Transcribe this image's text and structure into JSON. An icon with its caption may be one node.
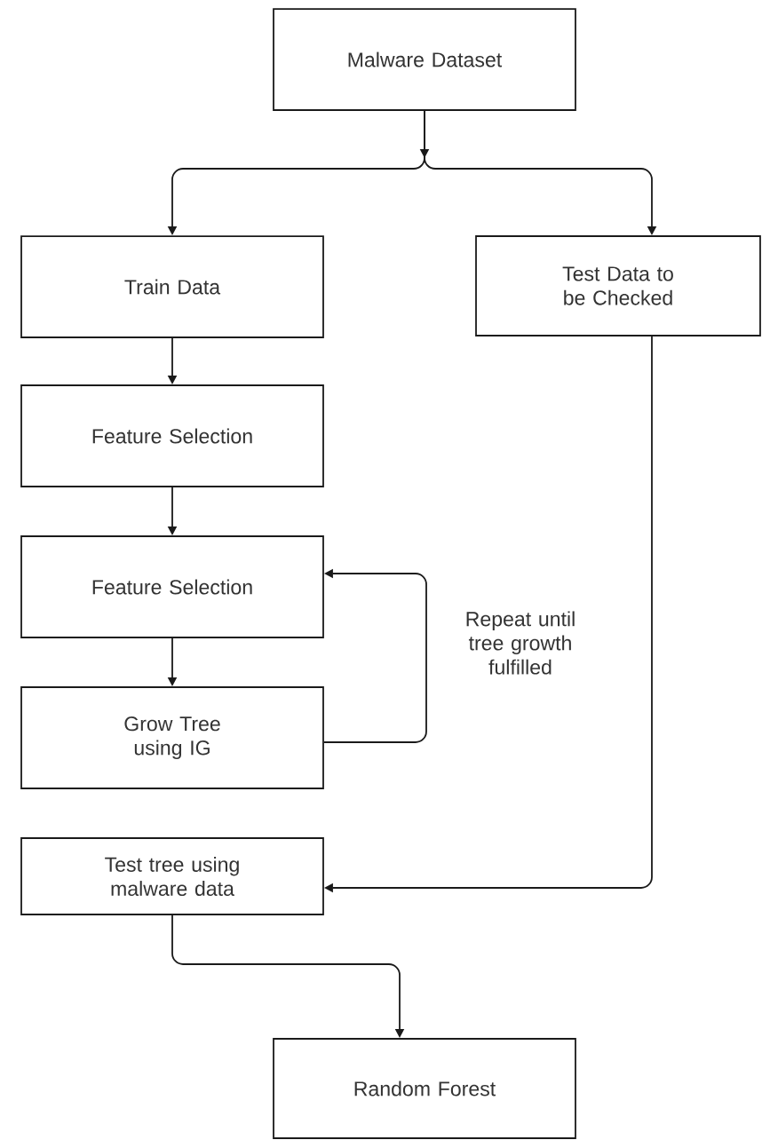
{
  "diagram": {
    "nodes": [
      {
        "text": [
          "Malware Dataset"
        ]
      },
      {
        "text": [
          "Train Data"
        ]
      },
      {
        "text": [
          "Test Data to be Checked"
        ]
      },
      {
        "text": [
          "Feature Selection"
        ]
      },
      {
        "text": [
          "Feature Selection"
        ]
      },
      {
        "text": [
          "Grow Tree using IG"
        ]
      },
      {
        "text": [
          "Test tree using malware data"
        ]
      },
      {
        "text": [
          "Random Forest"
        ]
      }
    ],
    "edges": [
      {
        "from": 0,
        "to": 1,
        "arrow": "to"
      },
      {
        "from": 0,
        "to": 2,
        "arrow": "to"
      },
      {
        "from": 1,
        "to": 3,
        "arrow": "to"
      },
      {
        "from": 3,
        "to": 4,
        "arrow": "to"
      },
      {
        "from": 4,
        "to": 5,
        "arrow": "to"
      },
      {
        "from": 5,
        "to": 4,
        "arrow": "to",
        "label": "Repeat until tree growth fulfilled"
      },
      {
        "from": 2,
        "to": 6,
        "arrow": "to"
      },
      {
        "from": 6,
        "to": 7,
        "arrow": "to"
      }
    ]
  }
}
